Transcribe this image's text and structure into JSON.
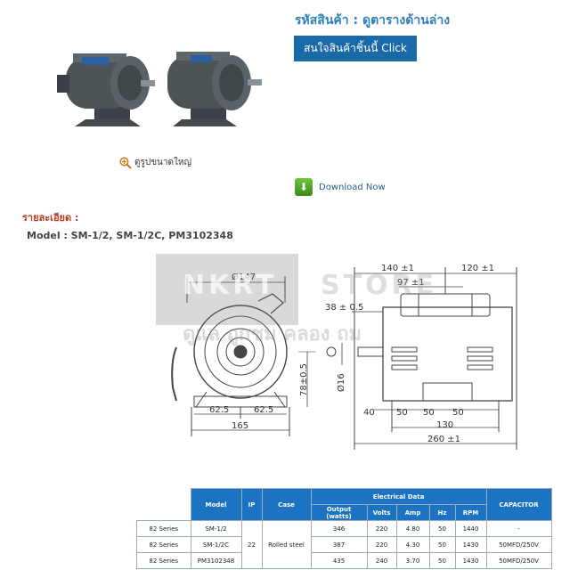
{
  "header": {
    "product_code": "รหัสสินค้า : ดูตารางด้านล่าง",
    "interest_button": "สนใจสินค้าชิ้นนี้ Click"
  },
  "gallery": {
    "zoom_link": "ดูรูปขนาดใหญ่"
  },
  "download": {
    "label": "Download Now"
  },
  "details": {
    "label": "รายละเอียด :",
    "model_line": "Model : SM-1/2, SM-1/2C, PM3102348"
  },
  "watermark": {
    "brand": "NKRT",
    "store": "STORE",
    "thai": "ดูแล ถูกชม คลอง ถม"
  },
  "drawing": {
    "front": {
      "dia": "Ø147",
      "h": "78±0.5",
      "w1": "62.5",
      "w2": "62.5",
      "base": "165"
    },
    "side": {
      "top1": "140 ±1",
      "top2": "120 ±1",
      "top3": "97 ±1",
      "shaft_len": "38 ± 0.5",
      "shaft_dia": "Ø16",
      "b1": "40",
      "b2": "50",
      "b3": "50",
      "b4": "50",
      "b5": "130",
      "b6": "260 ±1"
    }
  },
  "spec_table": {
    "headers": {
      "model": "Model",
      "ip": "IP",
      "case": "Case",
      "electrical": "Electrical Data",
      "capacitor": "CAPACITOR"
    },
    "sub_headers": [
      "Output (watts)",
      "Volts",
      "Amp",
      "Hz",
      "RPM"
    ],
    "ip_value": "22",
    "case_value": "Rolled steel",
    "rows": [
      {
        "series": "82 Series",
        "model": "SM-1/2",
        "output": "346",
        "volts": "220",
        "amp": "4.80",
        "hz": "50",
        "rpm": "1440",
        "capacitor": "-"
      },
      {
        "series": "82 Series",
        "model": "SM-1/2C",
        "output": "387",
        "volts": "220",
        "amp": "4.30",
        "hz": "50",
        "rpm": "1430",
        "capacitor": "50MFD/250V"
      },
      {
        "series": "82 Series",
        "model": "PM3102348",
        "output": "435",
        "volts": "240",
        "amp": "3.70",
        "hz": "50",
        "rpm": "1430",
        "capacitor": "50MFD/250V"
      }
    ]
  },
  "colors": {
    "accent_blue": "#1a6aa8",
    "title_blue": "#2e7fb8",
    "table_header": "#1b73c1",
    "details_red": "#b53a24"
  }
}
